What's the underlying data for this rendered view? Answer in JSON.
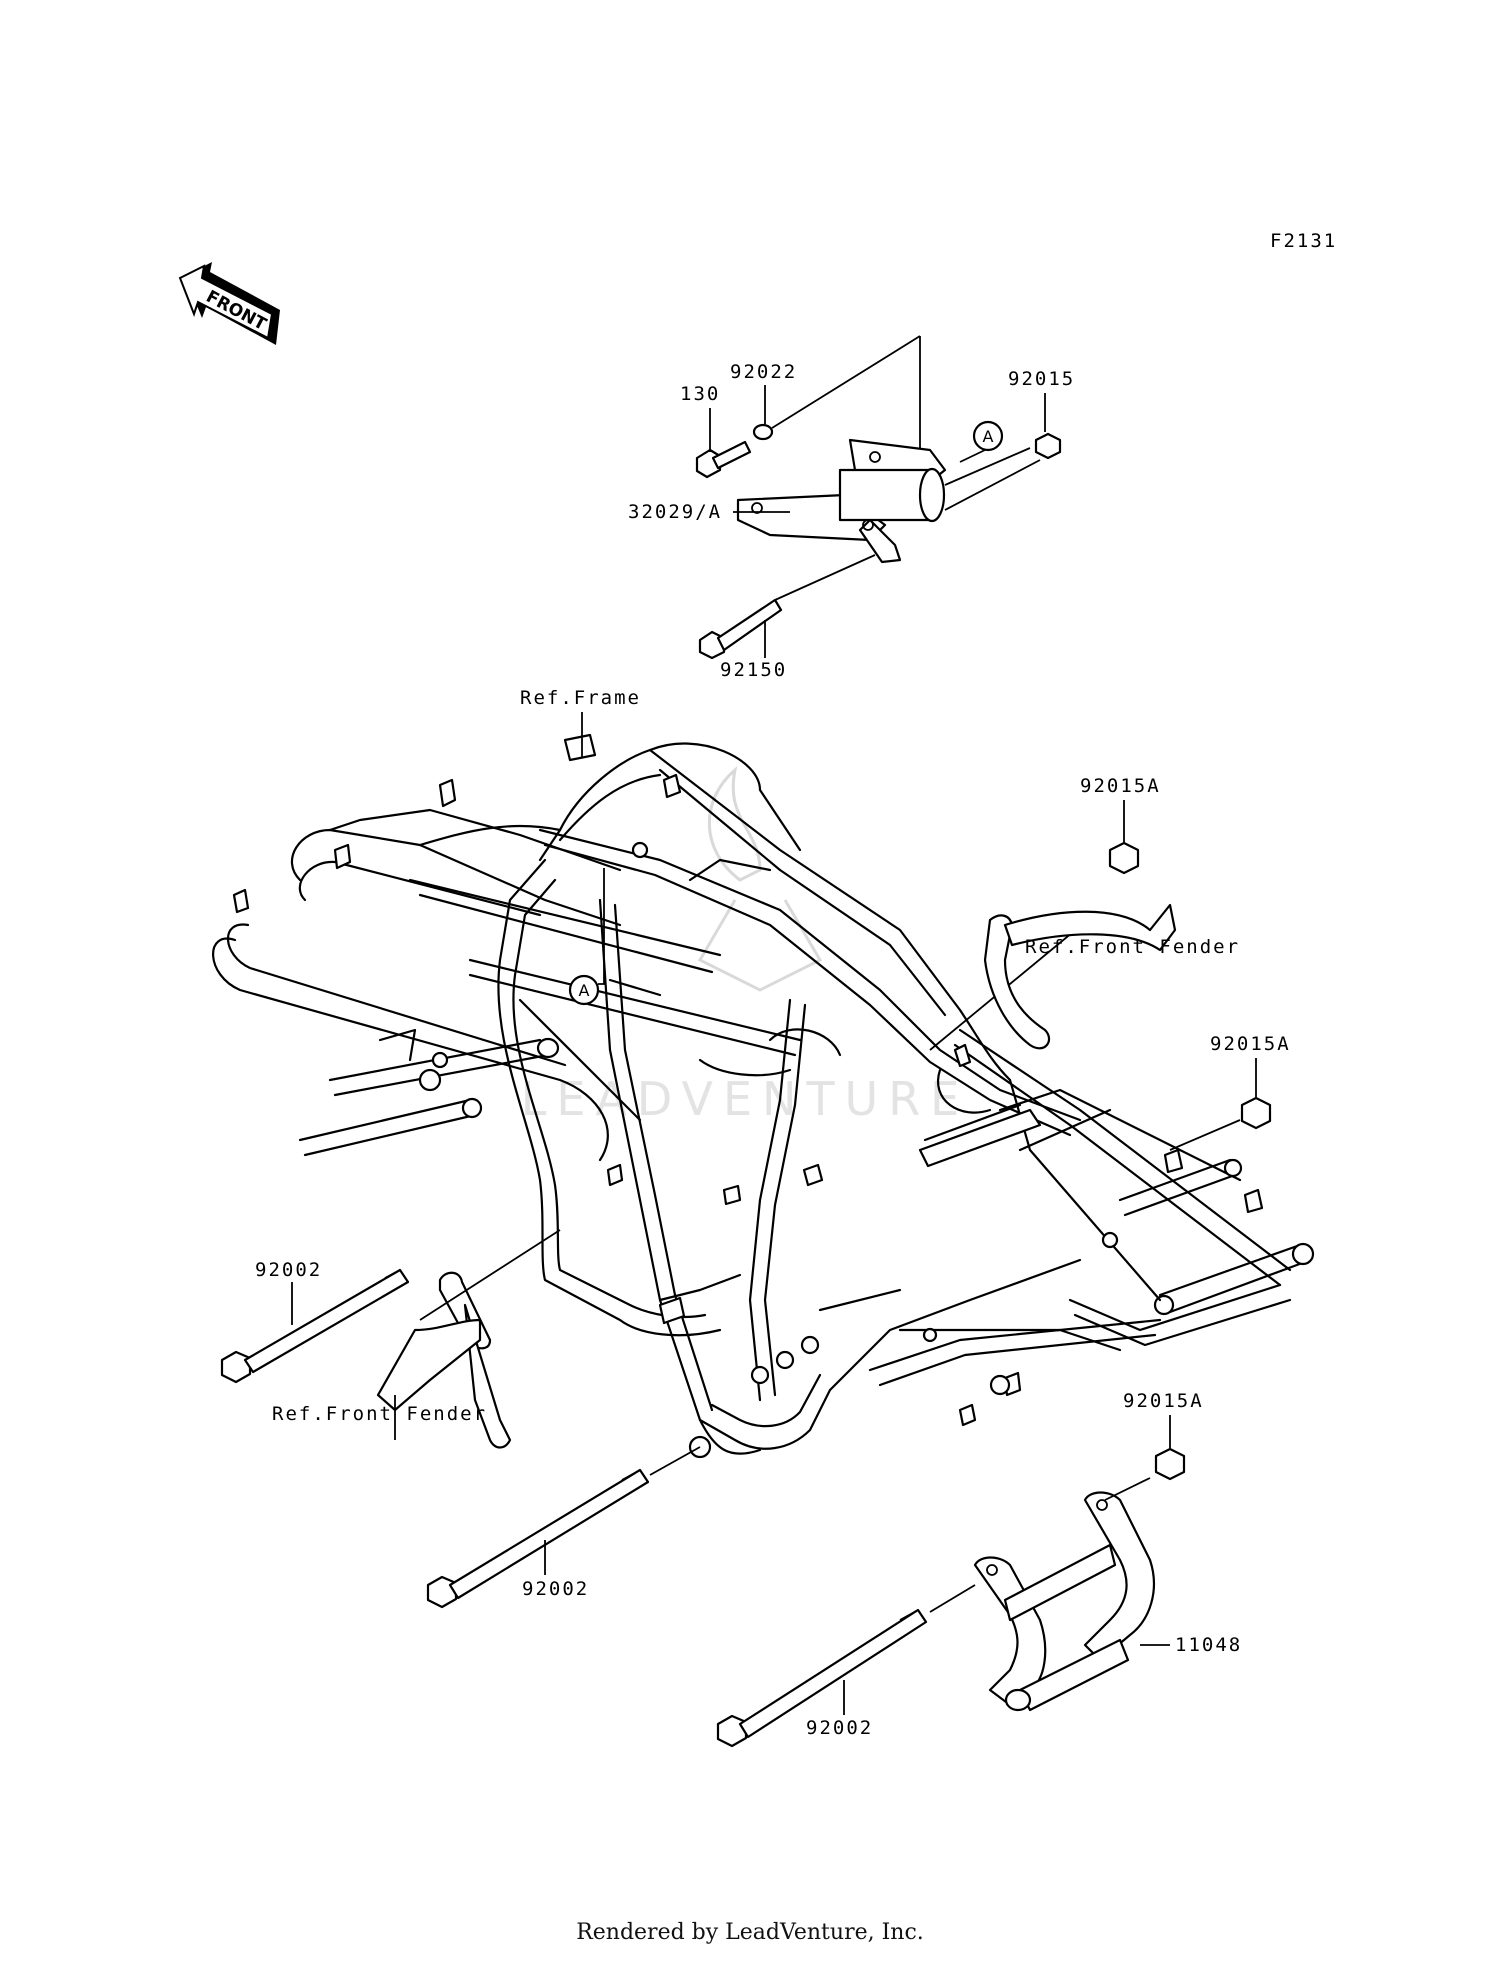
{
  "diagram_code": "F2131",
  "front_arrow_label": "FRONT",
  "labels": {
    "p130": "130",
    "p92022": "92022",
    "p92015": "92015",
    "p32029": "32029/A",
    "p92150": "92150",
    "ref_frame": "Ref.Frame",
    "p92015A_1": "92015A",
    "ref_front_fender_1": "Ref.Front Fender",
    "p92015A_2": "92015A",
    "p92002_1": "92002",
    "ref_front_fender_2": "Ref.Front Fender",
    "p92015A_3": "92015A",
    "p92002_2": "92002",
    "p11048": "11048",
    "p92002_3": "92002"
  },
  "callout_marker": "A",
  "watermark": "LEADVENTURE",
  "footer": "Rendered by LeadVenture, Inc."
}
